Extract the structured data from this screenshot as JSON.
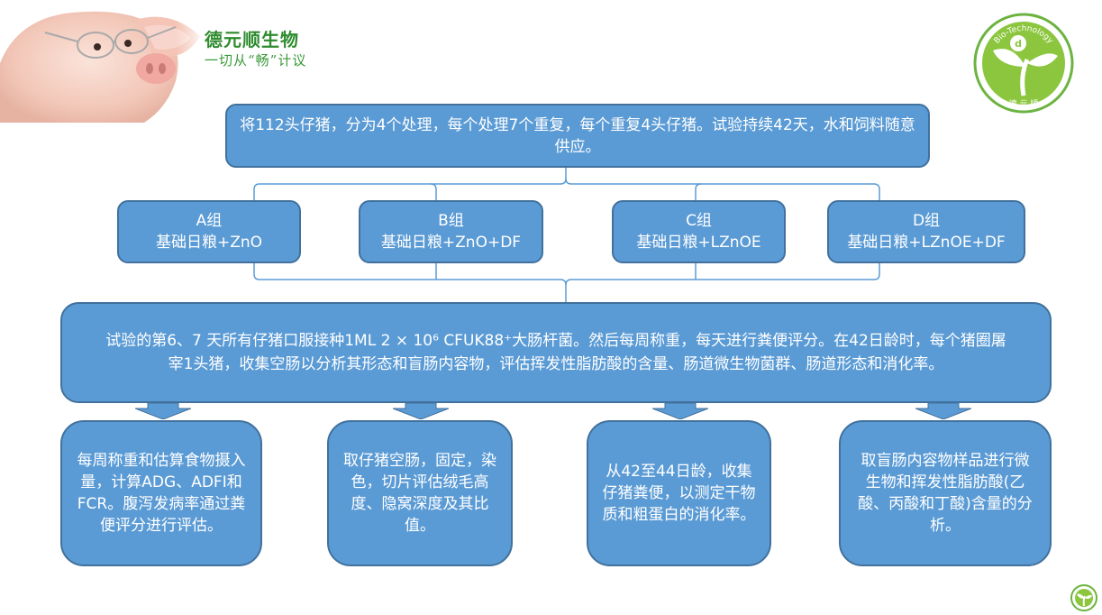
{
  "header": {
    "brand_name": "德元顺生物",
    "slogan": "一切从“畅”计议",
    "logo_ring_text": "Bio-Technology",
    "logo_bottom_text": "德 元 顺"
  },
  "diagram": {
    "top_box": "将112头仔猪，分为4个处理，每个处理7个重复，每个重复4头仔猪。试验持续42天，水和饲料随意供应。",
    "groups": [
      {
        "name": "A组",
        "diet": "基础日粮+ZnO"
      },
      {
        "name": "B组",
        "diet": "基础日粮+ZnO+DF"
      },
      {
        "name": "C组",
        "diet": "基础日粮+LZnOE"
      },
      {
        "name": "D组",
        "diet": "基础日粮+LZnOE+DF"
      }
    ],
    "middle_box": "试验的第6、7 天所有仔猪口服接种1ML 2 × 10⁶ CFUK88⁺大肠杆菌。然后每周称重，每天进行粪便评分。在42日龄时，每个猪圈屠宰1头猪，收集空肠以分析其形态和盲肠内容物，评估挥发性脂肪酸的含量、肠道微生物菌群、肠道形态和消化率。",
    "bottom_boxes": [
      "每周称重和估算食物摄入量，计算ADG、ADFI和FCR。腹泻发病率通过粪便评分进行评估。",
      "取仔猪空肠，固定，染色，切片评估绒毛高度、隐窝深度及其比值。",
      "从42至44日龄，收集仔猪粪便，以测定干物质和粗蛋白的消化率。",
      "取盲肠内容物样品进行微生物和挥发性脂肪酸(乙酸、丙酸和丁酸)含量的分析。"
    ]
  },
  "colors": {
    "box_fill": "#5b9bd5",
    "box_border": "#41719c",
    "brand_green": "#2e8b2e"
  }
}
